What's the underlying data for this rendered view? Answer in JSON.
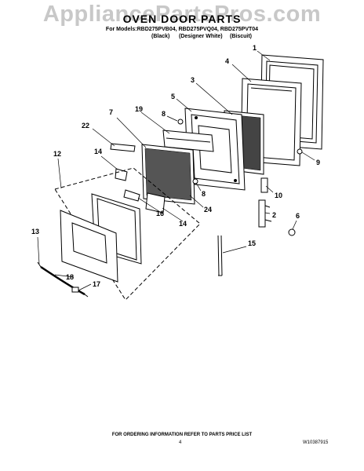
{
  "watermark": "AppliancePartsPros.com",
  "title": "OVEN DOOR PARTS",
  "models_line": "For Models:RBD275PVB04, RBD275PVQ04, RBD275PVT04",
  "variants": [
    "(Black)",
    "(Designer White)",
    "(Biscuit)"
  ],
  "callouts": [
    "1",
    "4",
    "3",
    "5",
    "8",
    "7",
    "19",
    "22",
    "9",
    "12",
    "14",
    "10",
    "8",
    "24",
    "2",
    "16",
    "6",
    "14",
    "13",
    "15",
    "18",
    "17"
  ],
  "footer": "FOR ORDERING INFORMATION REFER TO PARTS PRICE LIST",
  "page_number": "4",
  "doc_number": "W10387915"
}
